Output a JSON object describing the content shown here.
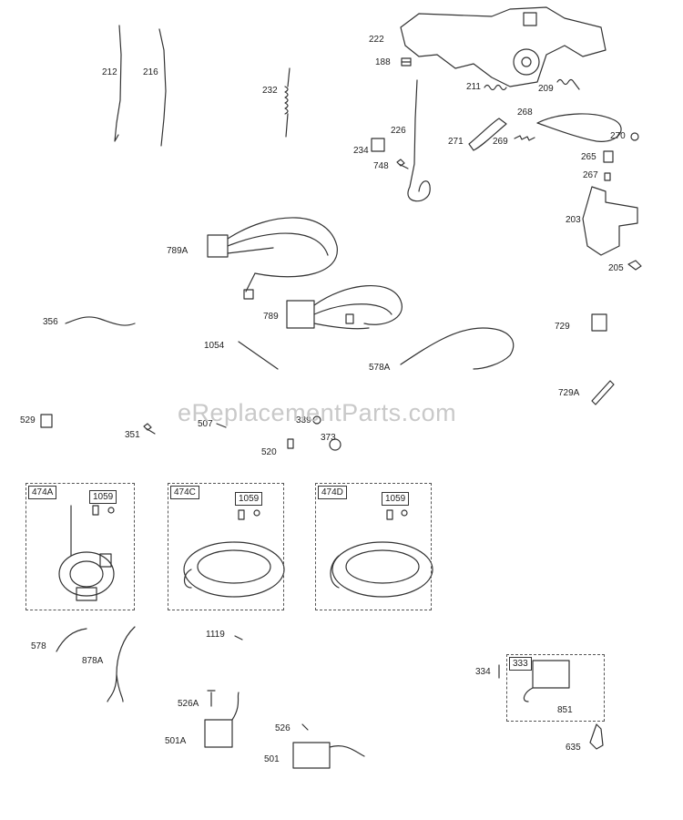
{
  "watermark": "eReplacementParts.com",
  "labels": {
    "p212": "212",
    "p216": "216",
    "p232": "232",
    "p222": "222",
    "p188": "188",
    "p211": "211",
    "p209": "209",
    "p226": "226",
    "p234": "234",
    "p748": "748",
    "p271": "271",
    "p269": "269",
    "p268": "268",
    "p270": "270",
    "p265": "265",
    "p267": "267",
    "p203": "203",
    "p205": "205",
    "p789A": "789A",
    "p789": "789",
    "p356": "356",
    "p1054": "1054",
    "p578A": "578A",
    "p729": "729",
    "p729A": "729A",
    "p529": "529",
    "p351": "351",
    "p507": "507",
    "p339": "339",
    "p373": "373",
    "p520": "520",
    "p578": "578",
    "p878A": "878A",
    "p1119": "1119",
    "p526A": "526A",
    "p501A": "501A",
    "p526": "526",
    "p501": "501",
    "p334": "334",
    "p851": "851",
    "p635": "635"
  },
  "kits": {
    "k474A": "474A",
    "k474C": "474C",
    "k474D": "474D",
    "k333": "333",
    "k1059a": "1059",
    "k1059c": "1059",
    "k1059d": "1059"
  }
}
